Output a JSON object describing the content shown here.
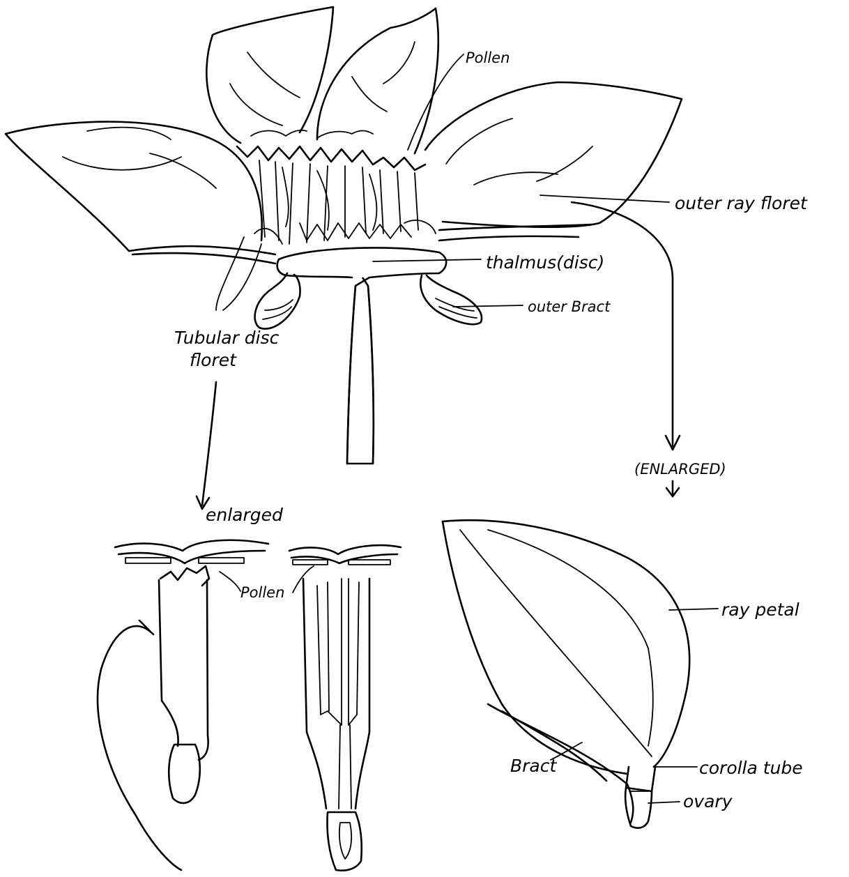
{
  "labels": {
    "pollen_top": "Pollen",
    "outer_ray_floret": "outer ray floret",
    "thalmus": "thalmus(disc)",
    "outer_bract": "outer Bract",
    "tubular_disc_line1": "Tubular disc",
    "tubular_disc_line2": "floret",
    "enlarged_left": "enlarged",
    "enlarged_right": "(ENLARGED)",
    "pollen_bottom": "Pollen",
    "ray_petal": "ray petal",
    "bract": "Bract",
    "corolla_tube": "corolla tube",
    "ovary": "ovary"
  },
  "colors": {
    "ink": "#000000",
    "paper": "#ffffff"
  }
}
